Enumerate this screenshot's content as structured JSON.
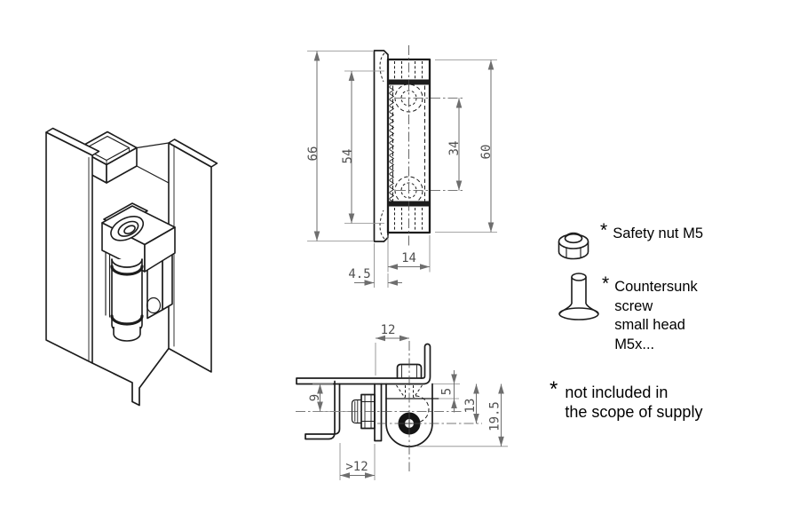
{
  "front_view": {
    "dims": {
      "overall_height": "66",
      "leaf_height": "54",
      "hole_spacing": "34",
      "body_height": "60",
      "body_width": "14",
      "door_return": "4.5"
    }
  },
  "section_view": {
    "dims": {
      "screw_offset": "12",
      "nut_depth": "9",
      "knuckle_gap": "5",
      "pivot_depth": "13",
      "overall_depth": "19.5",
      "min_return": ">12"
    }
  },
  "legend": {
    "asterisk": "*",
    "items": [
      {
        "icon": "hex-nut-icon",
        "lines": [
          "Safety nut M5"
        ]
      },
      {
        "icon": "countersunk-screw-icon",
        "lines": [
          "Countersunk",
          "screw",
          "small head",
          "M5x..."
        ]
      }
    ],
    "note_lines": [
      "not included in",
      "the scope of supply"
    ]
  },
  "colors": {
    "line": "#1c1c1c",
    "dimension": "#6e6e6e",
    "background": "#ffffff"
  }
}
